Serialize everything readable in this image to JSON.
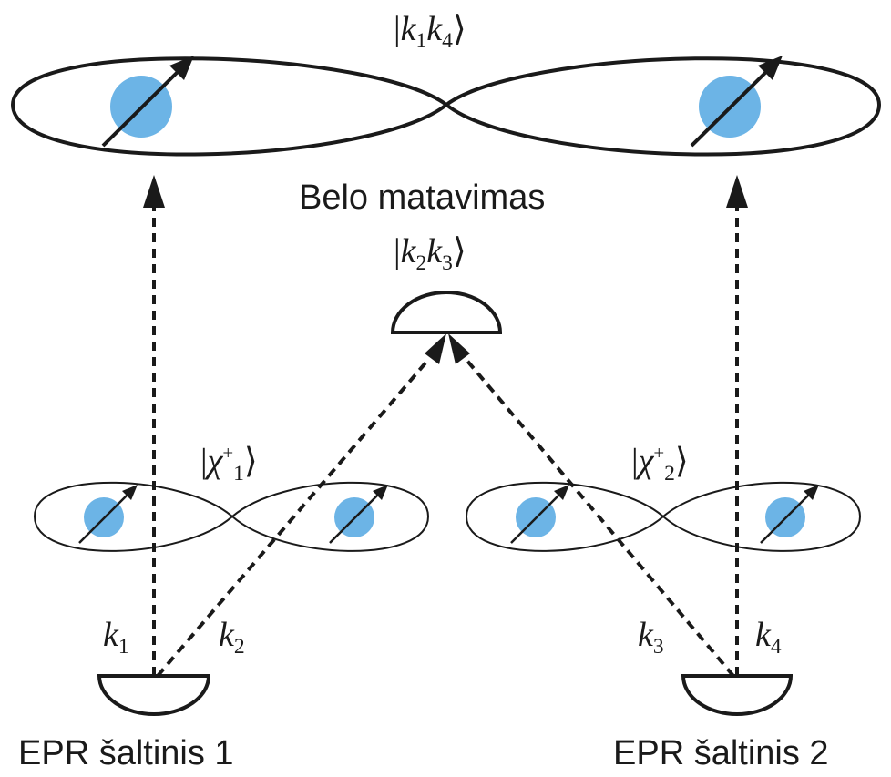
{
  "colors": {
    "stroke": "#1a1a1a",
    "particle": "#6cb4e6",
    "background": "#ffffff"
  },
  "labels": {
    "top_state": {
      "open": "|",
      "k_a": "k",
      "sub_a": "1",
      "k_b": "k",
      "sub_b": "4",
      "close": "⟩"
    },
    "bell_measurement": "Belo matavimas",
    "mid_state": {
      "open": "|",
      "k_a": "k",
      "sub_a": "2",
      "k_b": "k",
      "sub_b": "3",
      "close": "⟩"
    },
    "chi_left": {
      "open": "|",
      "chi": "χ",
      "sup": "+",
      "sub": "1",
      "close": "⟩"
    },
    "chi_right": {
      "open": "|",
      "chi": "χ",
      "sup": "+",
      "sub": "2",
      "close": "⟩"
    },
    "k1": {
      "k": "k",
      "sub": "1"
    },
    "k2": {
      "k": "k",
      "sub": "2"
    },
    "k3": {
      "k": "k",
      "sub": "3"
    },
    "k4": {
      "k": "k",
      "sub": "4"
    },
    "source_1": "EPR šaltinis 1",
    "source_2": "EPR šaltinis 2"
  },
  "icons": {
    "particle": "spin-particle-icon",
    "detector": "half-dome-detector-icon",
    "source": "half-bowl-source-icon"
  }
}
